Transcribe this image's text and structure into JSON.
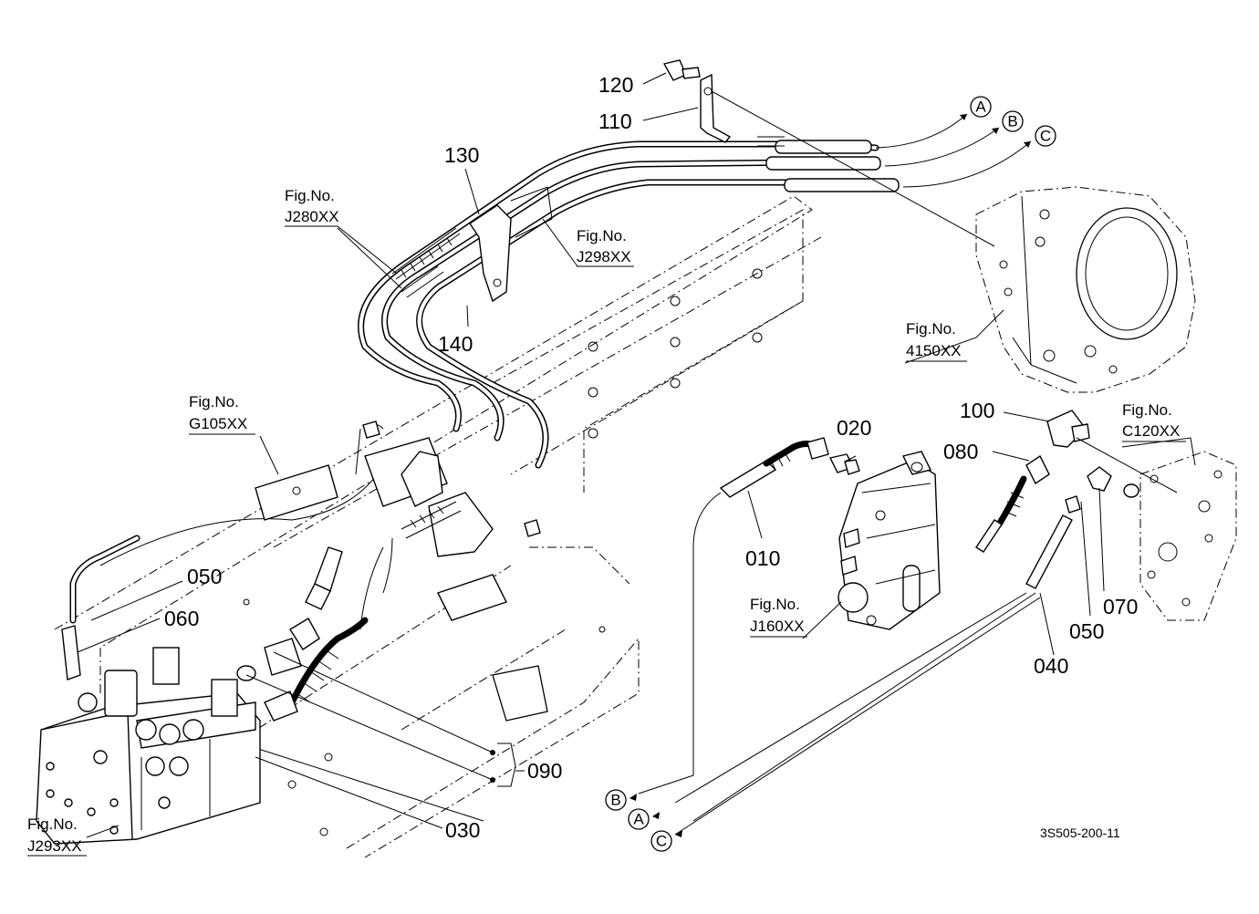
{
  "drawing_code": "3S505-200-11",
  "part_numbers": {
    "p010": "010",
    "p020": "020",
    "p030": "030",
    "p040": "040",
    "p050a": "050",
    "p050b": "050",
    "p060": "060",
    "p070": "070",
    "p080": "080",
    "p090": "090",
    "p100": "100",
    "p110": "110",
    "p120": "120",
    "p130": "130",
    "p140": "140"
  },
  "fig_refs": {
    "prefix": "Fig.No.",
    "j280": "J280XX",
    "j298": "J298XX",
    "f4150": "4150XX",
    "g105": "G105XX",
    "c120": "C120XX",
    "j160": "J160XX",
    "j293": "J293XX"
  },
  "connectors": {
    "a_top": "A",
    "b_top": "B",
    "c_top": "C",
    "b_bottom": "B",
    "a_bottom": "A",
    "c_bottom": "C"
  }
}
